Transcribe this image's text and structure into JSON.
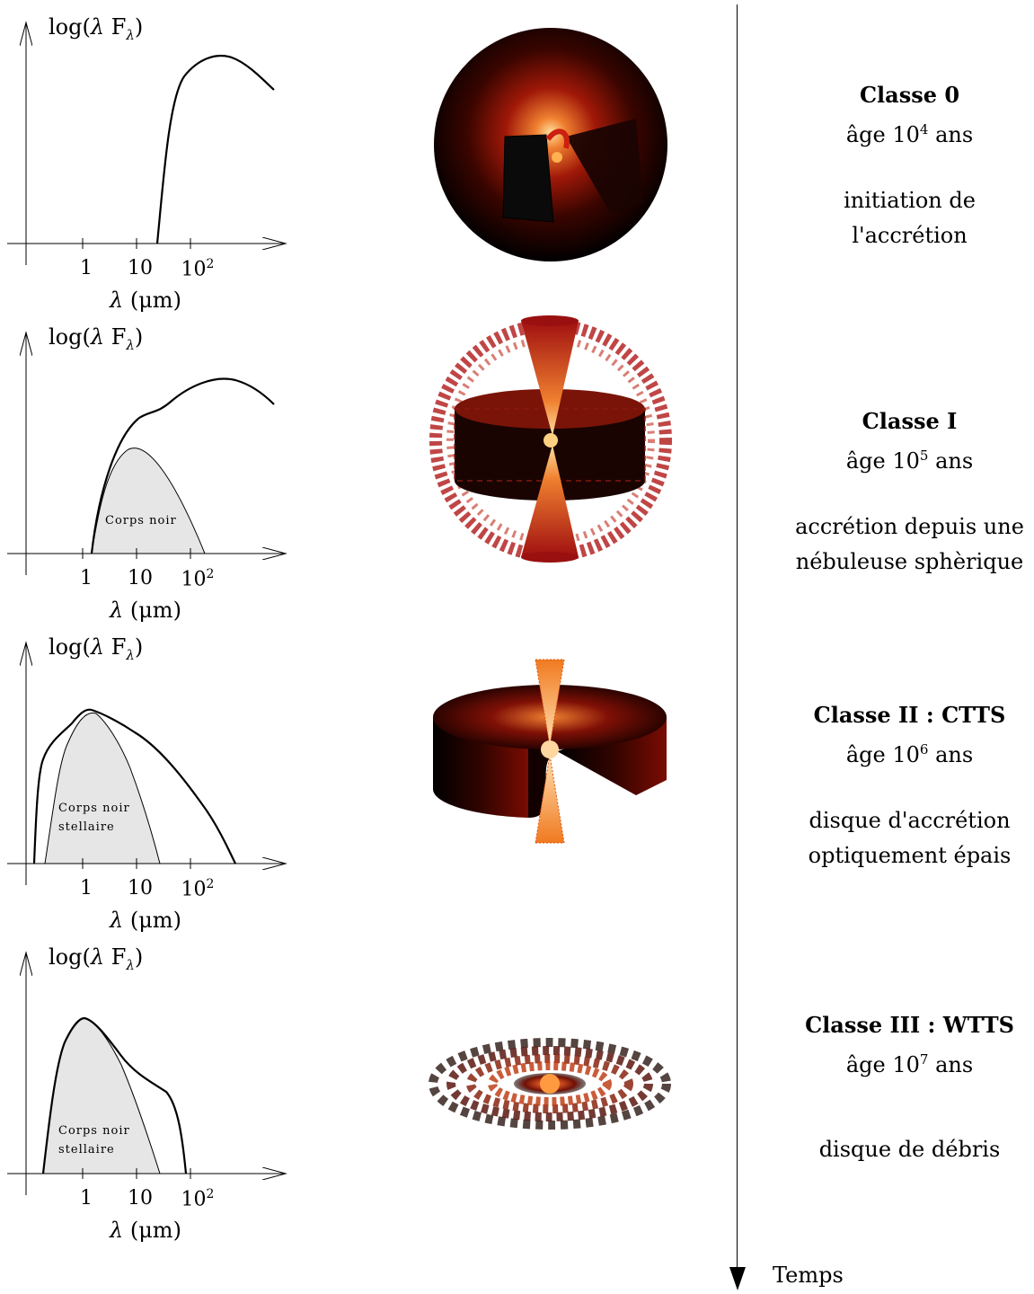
{
  "sed_panels": [
    {
      "y_label_prefix": "log(",
      "y_label_lambda": "λ",
      "y_label_F": " F",
      "y_label_sub": "λ",
      "y_label_suffix": ")",
      "x_ticks": {
        "t1": "1",
        "t10": "10",
        "t100_base": "10",
        "t100_exp": "2"
      },
      "x_label_lambda": "λ",
      "x_label_unit": " (μm)",
      "blackbody_line1": "",
      "blackbody_line2": ""
    },
    {
      "y_label_prefix": "log(",
      "y_label_lambda": "λ",
      "y_label_F": " F",
      "y_label_sub": "λ",
      "y_label_suffix": ")",
      "x_ticks": {
        "t1": "1",
        "t10": "10",
        "t100_base": "10",
        "t100_exp": "2"
      },
      "x_label_lambda": "λ",
      "x_label_unit": " (μm)",
      "blackbody_line1": "Corps noir",
      "blackbody_line2": ""
    },
    {
      "y_label_prefix": "log(",
      "y_label_lambda": "λ",
      "y_label_F": " F",
      "y_label_sub": "λ",
      "y_label_suffix": ")",
      "x_ticks": {
        "t1": "1",
        "t10": "10",
        "t100_base": "10",
        "t100_exp": "2"
      },
      "x_label_lambda": "λ",
      "x_label_unit": " (μm)",
      "blackbody_line1": "Corps noir",
      "blackbody_line2": "stellaire"
    },
    {
      "y_label_prefix": "log(",
      "y_label_lambda": "λ",
      "y_label_F": " F",
      "y_label_sub": "λ",
      "y_label_suffix": ")",
      "x_ticks": {
        "t1": "1",
        "t10": "10",
        "t100_base": "10",
        "t100_exp": "2"
      },
      "x_label_lambda": "λ",
      "x_label_unit": " (μm)",
      "blackbody_line1": "Corps noir",
      "blackbody_line2": "stellaire"
    }
  ],
  "classes": [
    {
      "title": "Classe 0",
      "age_prefix": "âge 10",
      "age_exp": "4",
      "age_suffix": " ans",
      "desc_line1": "initiation de",
      "desc_line2": "l'accrétion"
    },
    {
      "title": "Classe I",
      "age_prefix": "âge 10",
      "age_exp": "5",
      "age_suffix": " ans",
      "desc_line1": "accrétion depuis une",
      "desc_line2": "nébuleuse sphèrique"
    },
    {
      "title": "Classe II : CTTS",
      "age_prefix": "âge 10",
      "age_exp": "6",
      "age_suffix": " ans",
      "desc_line1": "disque d'accrétion",
      "desc_line2": "optiquement épais"
    },
    {
      "title": "Classe III : WTTS",
      "age_prefix": "âge 10",
      "age_exp": "7",
      "age_suffix": " ans",
      "desc_line1": "disque de débris",
      "desc_line2": ""
    }
  ],
  "timeline_label": "Temps",
  "colors": {
    "blackbody_fill": "#e6e6e6",
    "dark_red": "#5a0a00",
    "red": "#b01810",
    "orange": "#f07820",
    "light_orange": "#ffc070"
  }
}
